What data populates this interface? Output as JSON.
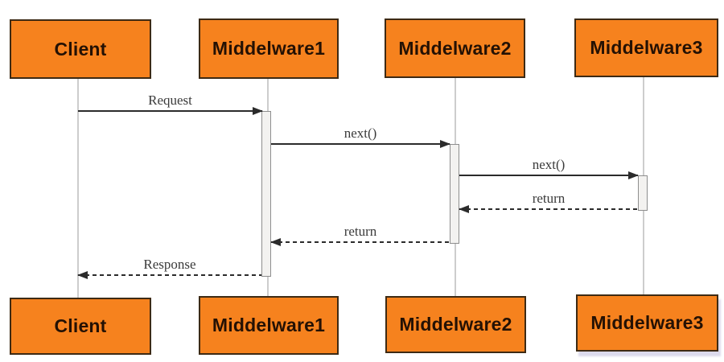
{
  "diagram": {
    "type": "sequence-diagram",
    "colors": {
      "actor_fill": "#f6821e",
      "actor_border": "#3d2a14",
      "actor_text": "#241104",
      "lifeline": "#cdcdcd",
      "activation_fill": "#f3f2f0",
      "activation_border": "#8e8e8e",
      "arrow": "#2b2b2b",
      "label_text": "#3a3a3a"
    },
    "actors": [
      {
        "id": "client",
        "label": "Client"
      },
      {
        "id": "middelware1",
        "label": "Middelware1"
      },
      {
        "id": "middelware2",
        "label": "Middelware2"
      },
      {
        "id": "middelware3",
        "label": "Middelware3"
      }
    ],
    "messages": [
      {
        "label": "Request",
        "from": "client",
        "to": "middelware1",
        "style": "solid",
        "direction": "right"
      },
      {
        "label": "next()",
        "from": "middelware1",
        "to": "middelware2",
        "style": "solid",
        "direction": "right"
      },
      {
        "label": "next()",
        "from": "middelware2",
        "to": "middelware3",
        "style": "solid",
        "direction": "right"
      },
      {
        "label": "return",
        "from": "middelware3",
        "to": "middelware2",
        "style": "dashed",
        "direction": "left"
      },
      {
        "label": "return",
        "from": "middelware2",
        "to": "middelware1",
        "style": "dashed",
        "direction": "left"
      },
      {
        "label": "Response",
        "from": "middelware1",
        "to": "client",
        "style": "dashed",
        "direction": "left"
      }
    ]
  }
}
